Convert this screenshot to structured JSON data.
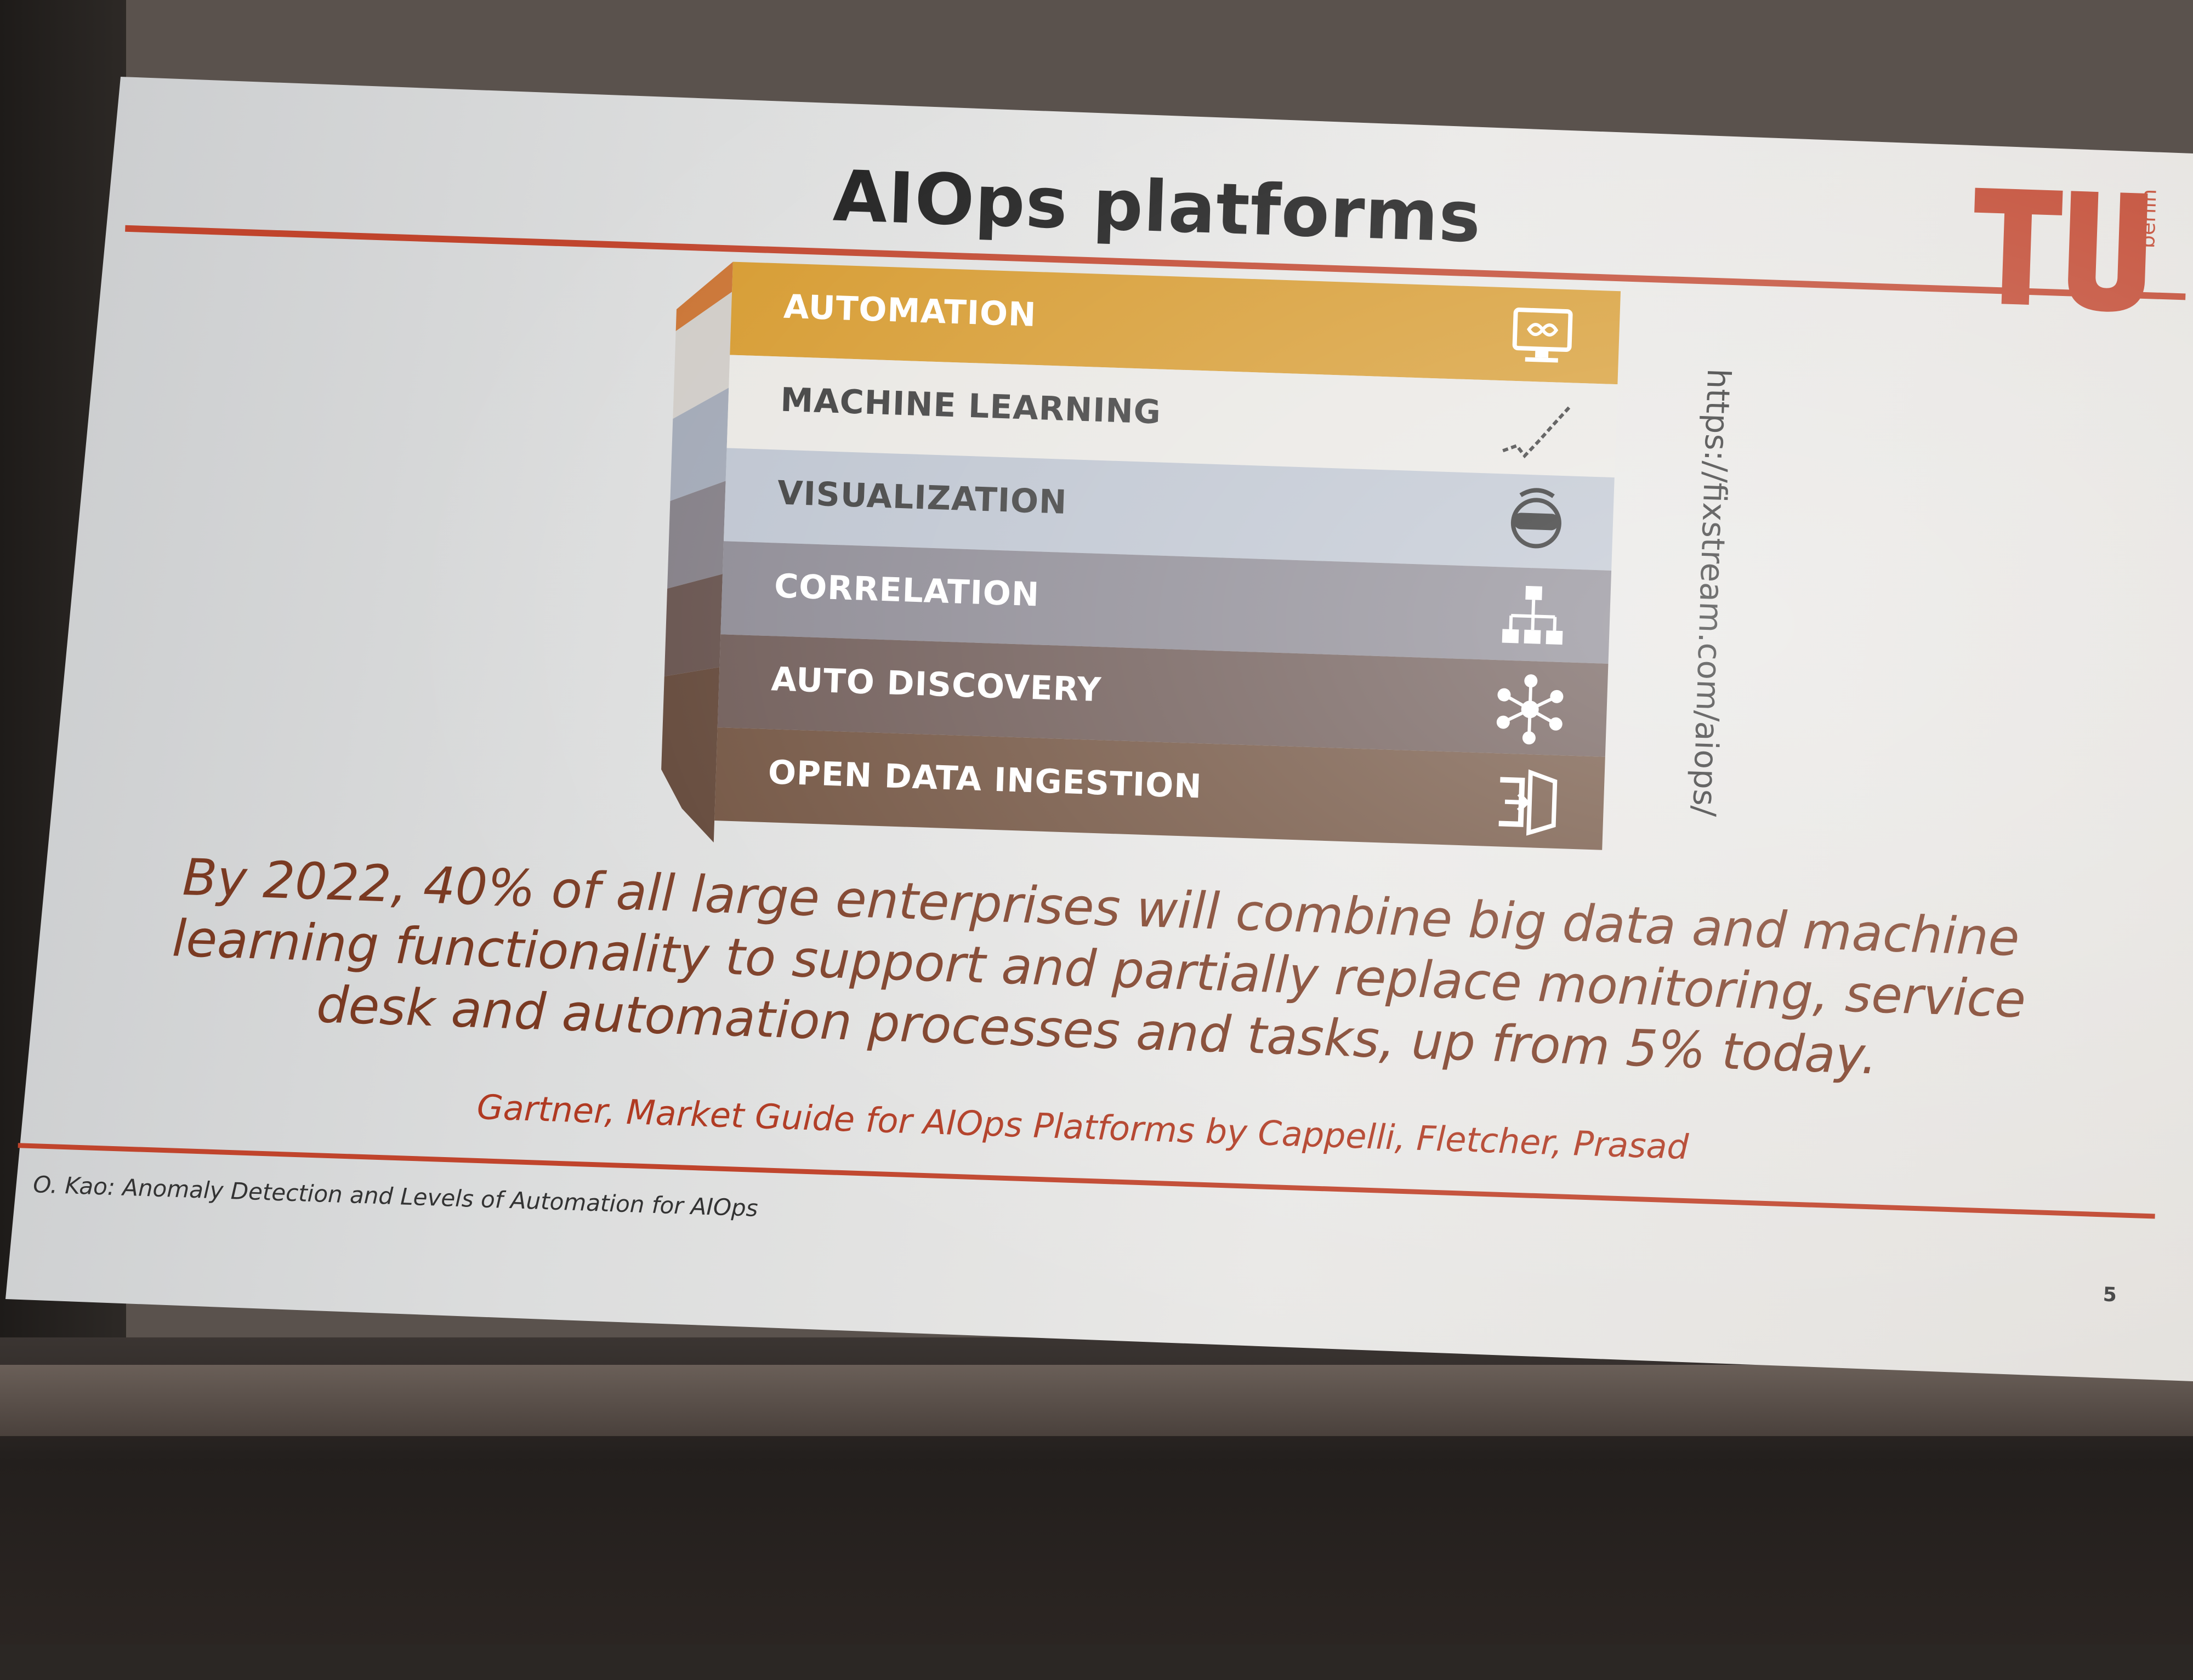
{
  "slide": {
    "title": "AIOps platforms",
    "logo": {
      "letters": "TU",
      "word": "berlin"
    },
    "layers": [
      {
        "label": "AUTOMATION",
        "icon": "monitor-infinity-icon",
        "color": "#d69a2e"
      },
      {
        "label": "MACHINE LEARNING",
        "icon": "trend-line-icon",
        "color": "#e9e7e3"
      },
      {
        "label": "VISUALIZATION",
        "icon": "vr-headset-person-icon",
        "color": "#bcc3cf"
      },
      {
        "label": "CORRELATION",
        "icon": "hierarchy-icon",
        "color": "#8a8791"
      },
      {
        "label": "AUTO DISCOVERY",
        "icon": "network-nodes-icon",
        "color": "#6b5753"
      },
      {
        "label": "OPEN DATA INGESTION",
        "icon": "sign-in-icon",
        "color": "#6e4f3c"
      }
    ],
    "side_url": "https://fixstream.com/aiops/",
    "quote": "By 2022, 40% of all large enterprises will combine big data and machine learning functionality to support and partially replace monitoring, service desk and automation processes and tasks, up from 5% today.",
    "source": "Gartner, Market Guide for AIOps Platforms by Cappelli, Fletcher, Prasad",
    "footer": "O. Kao: Anomaly Detection and Levels of Automation for AIOps",
    "page_number": "5"
  },
  "colors": {
    "accent_red": "#c0442c",
    "quote_brown": "#7a3a22"
  }
}
